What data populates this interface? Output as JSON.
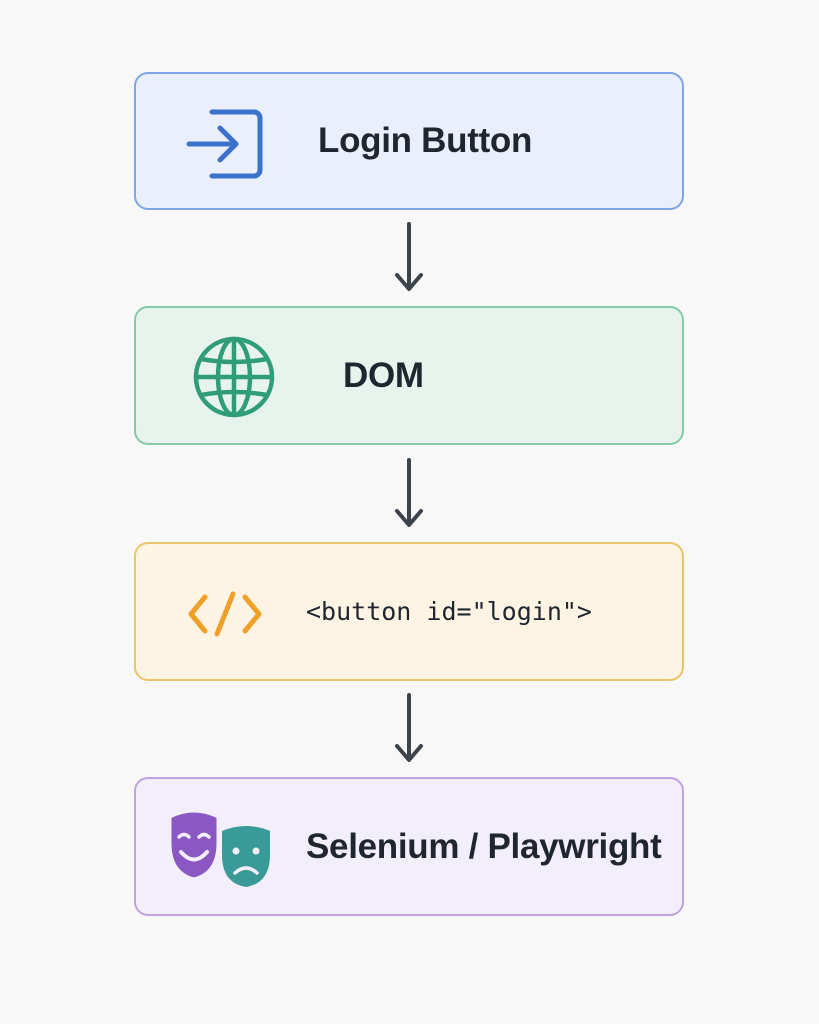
{
  "steps": [
    {
      "label": "Login Button",
      "icon": "login-icon",
      "color": "#3b72cc"
    },
    {
      "label": "DOM",
      "icon": "globe-icon",
      "color": "#2f9e78"
    },
    {
      "label": "<button id=\"login\">",
      "icon": "code-icon",
      "color": "#f0a029"
    },
    {
      "label": "Selenium / Playwright",
      "icon": "theater-masks-icon",
      "color": "#8a57c3"
    }
  ],
  "colors": {
    "arrow": "#3d434b",
    "text": "#1f2630",
    "mask_secondary": "#3a9a98"
  }
}
